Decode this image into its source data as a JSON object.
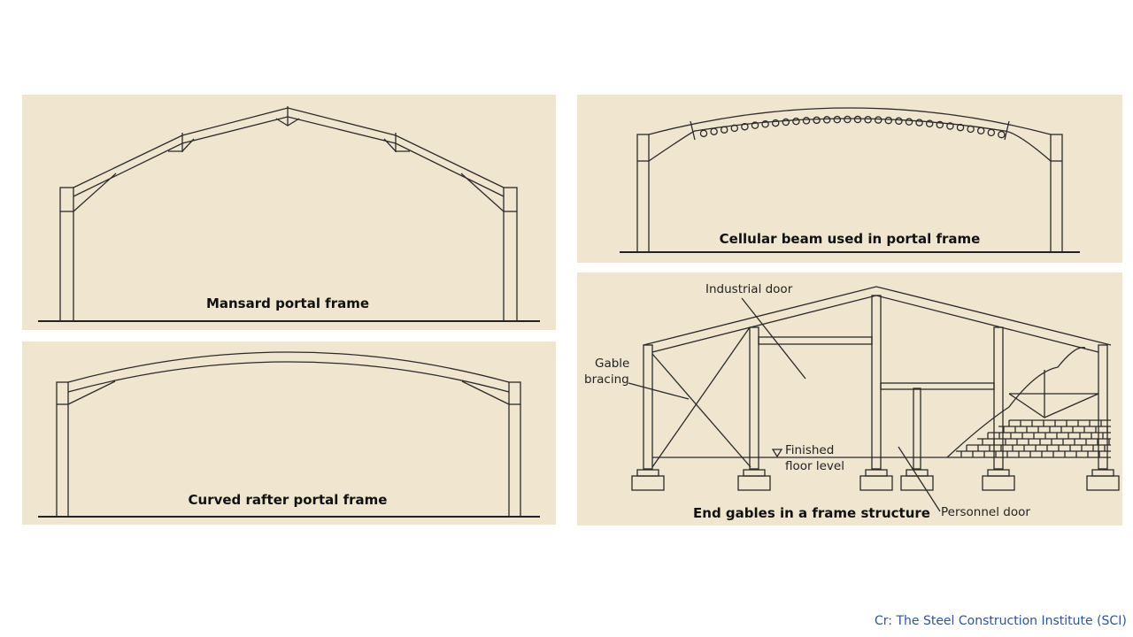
{
  "panels": {
    "mansard": {
      "caption": "Mansard portal frame"
    },
    "curved": {
      "caption": "Curved rafter portal frame"
    },
    "cellular": {
      "caption": "Cellular beam used in portal frame"
    },
    "gables": {
      "caption": "End gables in a frame structure",
      "labels": {
        "industrial_door": "Industrial door",
        "gable_bracing_1": "Gable",
        "gable_bracing_2": "bracing",
        "finished_floor_1": "Finished",
        "finished_floor_2": "floor level",
        "personnel_door": "Personnel door"
      }
    }
  },
  "credit": "Cr: The Steel Construction Institute (SCI)",
  "colors": {
    "panel": "#f0e6cf",
    "credit": "#2f5597"
  }
}
